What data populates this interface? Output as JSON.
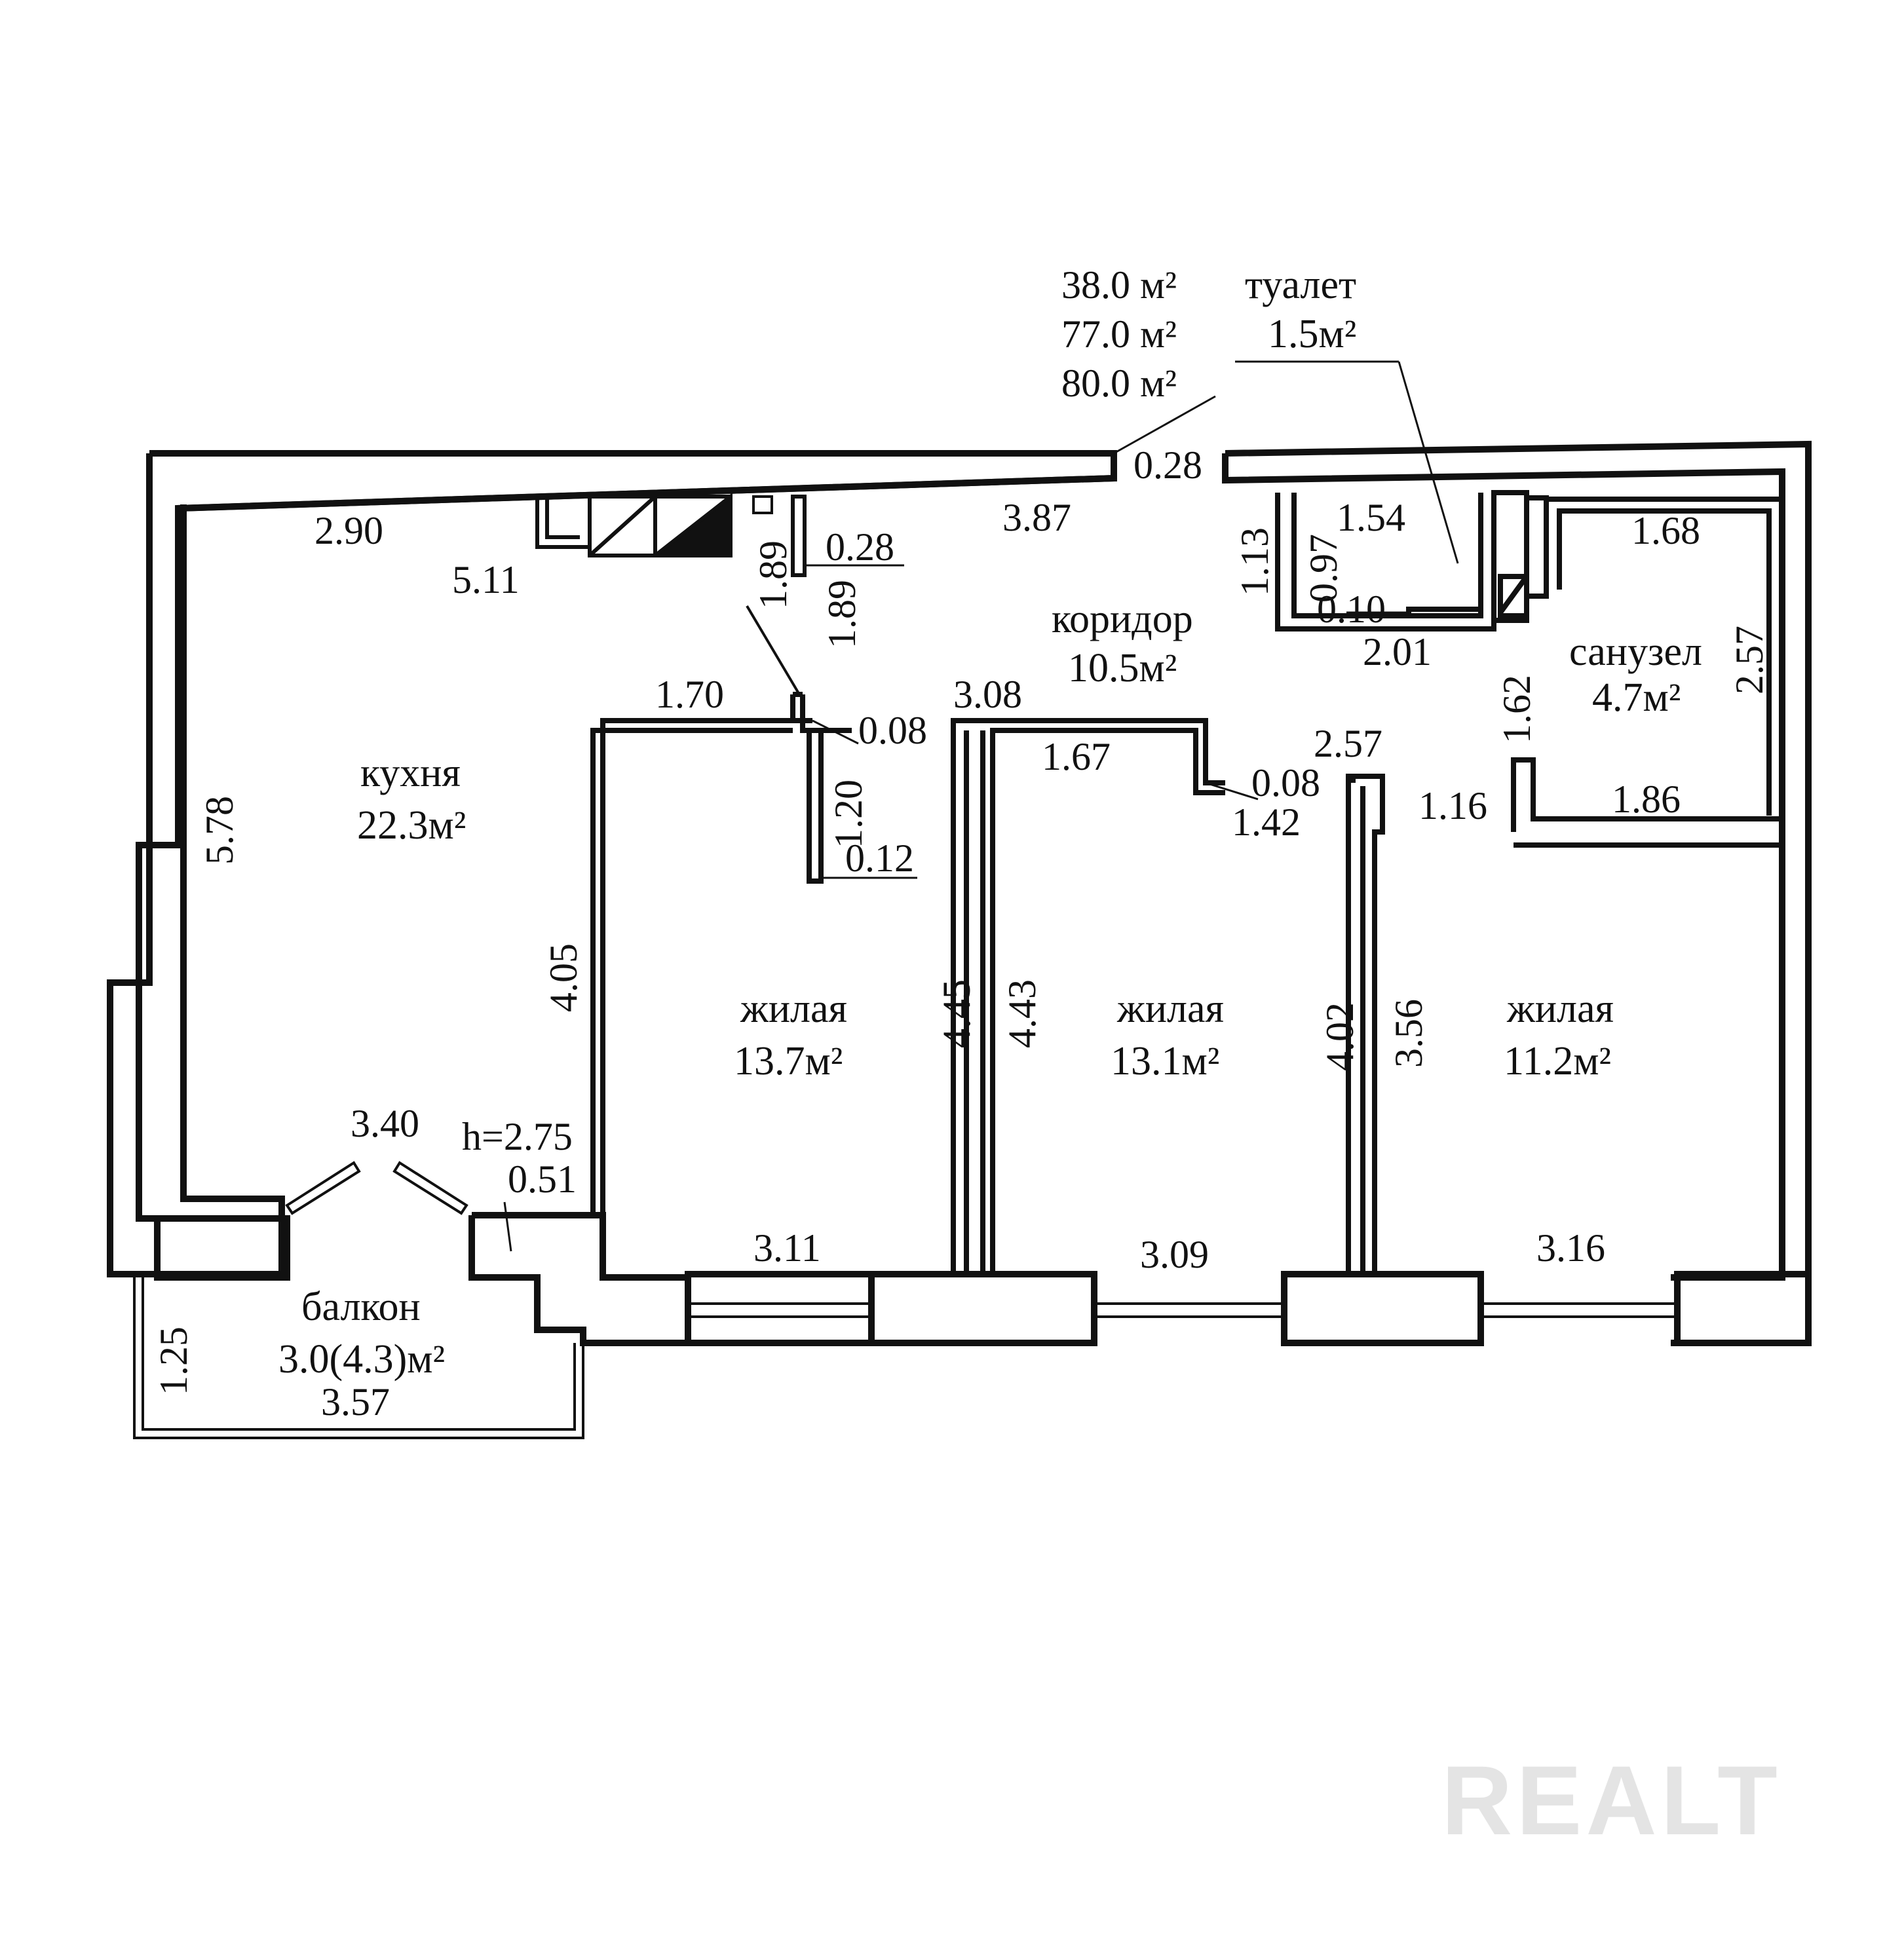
{
  "totals": {
    "living": "38.0 м²",
    "total": "77.0 м²",
    "gross": "80.0 м²"
  },
  "rooms": {
    "toilet": {
      "name": "туалет",
      "area": "1.5м²"
    },
    "corridor": {
      "name": "коридор",
      "area": "10.5м²"
    },
    "bathroom": {
      "name": "санузел",
      "area": "4.7м²"
    },
    "kitchen": {
      "name": "кухня",
      "area": "22.3м²"
    },
    "living1": {
      "name": "жилая",
      "area": "13.7м²"
    },
    "living2": {
      "name": "жилая",
      "area": "13.1м²"
    },
    "living3": {
      "name": "жилая",
      "area": "11.2м²"
    },
    "balcony": {
      "name": "балкон",
      "area": "3.0(4.3)м²"
    }
  },
  "dimensions": {
    "entry_width": "0.28",
    "kitchen_top": "2.90",
    "kitchen_inner_top": "5.11",
    "kitchen_left": "5.78",
    "kitchen_right": "4.05",
    "kitchen_bottom": "3.40",
    "ceiling_height": "h=2.75",
    "kitchen_pier": "0.51",
    "corridor_top": "3.87",
    "niche_height_a": "1.89",
    "niche_height_b": "1.89",
    "niche_width": "0.28",
    "partition_a": "1.70",
    "partition_b": "0.08",
    "partition_c": "3.08",
    "partition_d": "1.67",
    "partition_e": "0.08",
    "partition_f": "1.42",
    "partition_g": "2.57",
    "closet_height": "1.20",
    "closet_wall": "0.12",
    "toilet_depth": "1.13",
    "toilet_width": "1.54",
    "toilet_inner": "0.97",
    "toilet_wall": "0.10",
    "toilet_bottom": "2.01",
    "bath_top": "1.68",
    "bath_right": "2.57",
    "bath_left": "1.62",
    "bath_bottom": "1.86",
    "bath_door": "1.16",
    "room1_left": "4.45",
    "room2_right": "4.43",
    "room2_left": "4.02",
    "room3_left": "3.56",
    "room1_bottom": "3.11",
    "room2_bottom": "3.09",
    "room3_bottom": "3.16",
    "balcony_depth": "1.25",
    "balcony_width": "3.57"
  },
  "watermark": "REALT"
}
